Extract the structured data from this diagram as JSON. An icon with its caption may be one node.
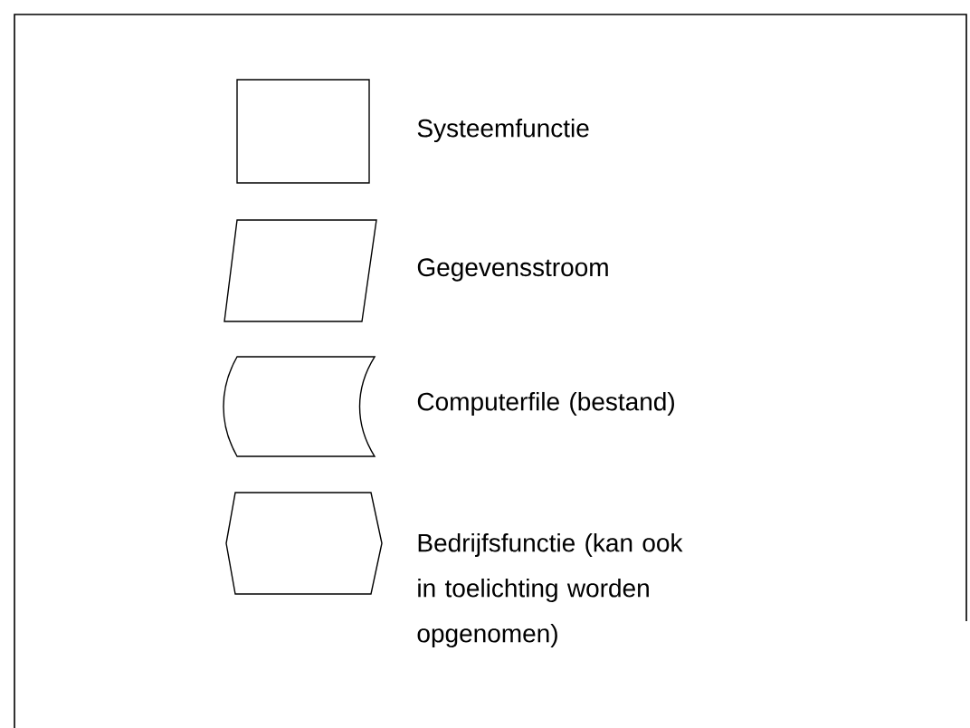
{
  "diagram": {
    "nodes": [
      {
        "text": [],
        "shape": "box",
        "beside": [
          "Systeemfunctie"
        ]
      },
      {
        "text": [],
        "shape": "parallelogram",
        "beside": [
          "Gegevensstroom"
        ]
      },
      {
        "text": [],
        "shape": "file",
        "beside": [
          "Computerfile (bestand)"
        ]
      },
      {
        "text": [],
        "shape": "hexagon",
        "beside": [
          "Bedrijfsfunctie (kan ook in toelichting worden opgenomen)"
        ]
      }
    ]
  }
}
